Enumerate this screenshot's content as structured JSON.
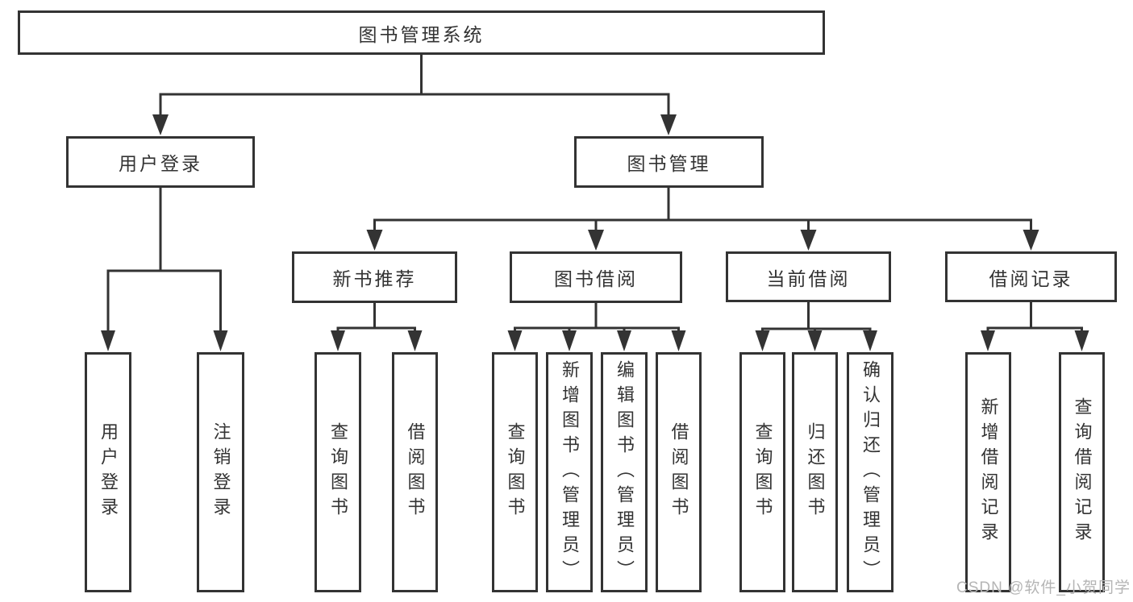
{
  "colors": {
    "line": "#333333",
    "box_border": "#333333",
    "text": "#333333",
    "watermark_text": "#b5b5b5",
    "background": "#ffffff"
  },
  "watermark": {
    "text": "CSDN @软件_小贺同学"
  },
  "tree": {
    "label": "图书管理系统",
    "children": [
      {
        "label": "用户登录",
        "children": [
          {
            "label": "用户登录"
          },
          {
            "label": "注销登录"
          }
        ]
      },
      {
        "label": "图书管理",
        "children": [
          {
            "label": "新书推荐",
            "children": [
              {
                "label": "查询图书"
              },
              {
                "label": "借阅图书"
              }
            ]
          },
          {
            "label": "图书借阅",
            "children": [
              {
                "label": "查询图书"
              },
              {
                "label": "新增图书（管理员）"
              },
              {
                "label": "编辑图书（管理员）"
              },
              {
                "label": "借阅图书"
              }
            ]
          },
          {
            "label": "当前借阅",
            "children": [
              {
                "label": "查询图书"
              },
              {
                "label": "归还图书"
              },
              {
                "label": "确认归还（管理员）"
              }
            ]
          },
          {
            "label": "借阅记录",
            "children": [
              {
                "label": "新增借阅记录"
              },
              {
                "label": "查询借阅记录"
              }
            ]
          }
        ]
      }
    ]
  }
}
